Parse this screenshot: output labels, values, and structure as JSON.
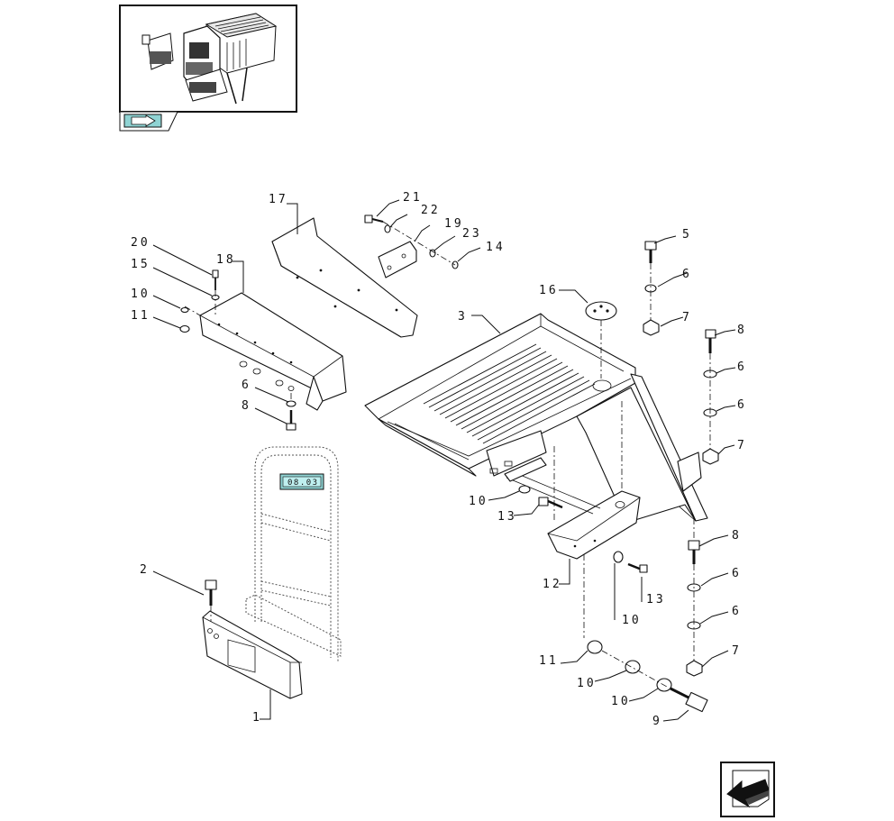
{
  "callouts": [
    {
      "id": "c17",
      "text": "17"
    },
    {
      "id": "c21",
      "text": "21"
    },
    {
      "id": "c22",
      "text": "22"
    },
    {
      "id": "c19",
      "text": "19"
    },
    {
      "id": "c23",
      "text": "23"
    },
    {
      "id": "c14",
      "text": "14"
    },
    {
      "id": "c20",
      "text": "20"
    },
    {
      "id": "c18",
      "text": "18"
    },
    {
      "id": "c15",
      "text": "15"
    },
    {
      "id": "c10a",
      "text": "10"
    },
    {
      "id": "c11a",
      "text": "11"
    },
    {
      "id": "c5",
      "text": "5"
    },
    {
      "id": "c6a",
      "text": "6"
    },
    {
      "id": "c7a",
      "text": "7"
    },
    {
      "id": "c16",
      "text": "16"
    },
    {
      "id": "c3",
      "text": "3"
    },
    {
      "id": "c8a",
      "text": "8"
    },
    {
      "id": "c6b",
      "text": "6"
    },
    {
      "id": "c6c",
      "text": "6"
    },
    {
      "id": "c7b",
      "text": "7"
    },
    {
      "id": "c6d",
      "text": "6"
    },
    {
      "id": "c8b",
      "text": "8"
    },
    {
      "id": "c10b",
      "text": "10"
    },
    {
      "id": "c13a",
      "text": "13"
    },
    {
      "id": "c8c",
      "text": "8"
    },
    {
      "id": "c6e",
      "text": "6"
    },
    {
      "id": "c2",
      "text": "2"
    },
    {
      "id": "c12",
      "text": "12"
    },
    {
      "id": "c13b",
      "text": "13"
    },
    {
      "id": "c10c",
      "text": "10"
    },
    {
      "id": "c6f",
      "text": "6"
    },
    {
      "id": "c7c",
      "text": "7"
    },
    {
      "id": "c11b",
      "text": "11"
    },
    {
      "id": "c10d",
      "text": "10"
    },
    {
      "id": "c10e",
      "text": "10"
    },
    {
      "id": "c9",
      "text": "9"
    },
    {
      "id": "c1",
      "text": "1"
    }
  ],
  "ref_tag": "08.03",
  "colors": {
    "ink": "#111111",
    "accent": "#8fd3d3",
    "paper": "#ffffff"
  },
  "icons": {
    "thumbnail": "machine-overview-thumbnail",
    "nav": "arrow-left-down-icon"
  }
}
